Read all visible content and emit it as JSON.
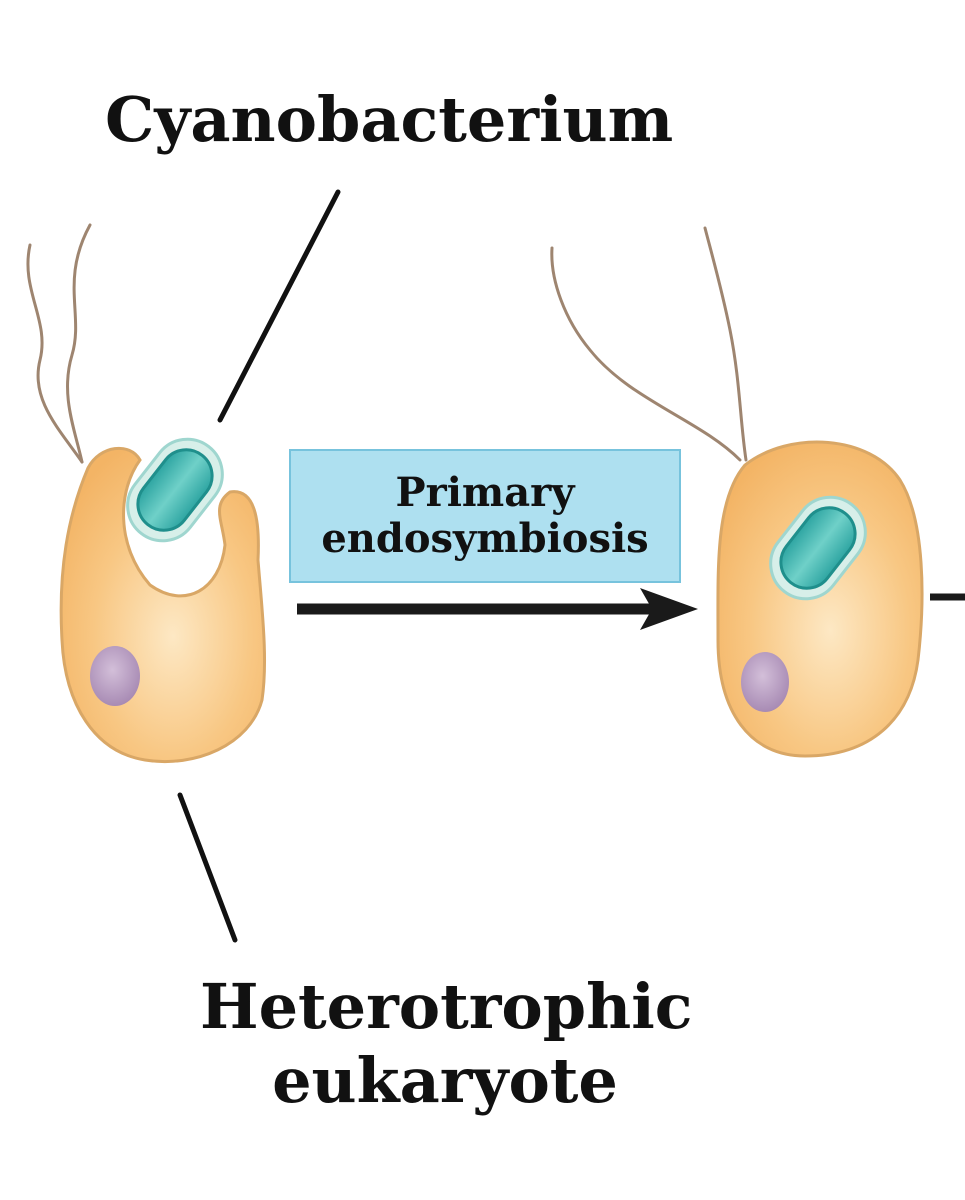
{
  "labels": {
    "cyanobacterium": "Cyanobacterium",
    "heterotrophic_line1": "Heterotrophic",
    "heterotrophic_line2": "eukaryote"
  },
  "process": {
    "line1": "Primary",
    "line2": "endosymbiosis"
  },
  "colors": {
    "cell_fill": "#f8c27a",
    "cell_outline": "#d9a766",
    "nucleus": "#b99ac2",
    "cyanobacterium_fill": "#3fb2ae",
    "cyanobacterium_outline": "#1f8f8c",
    "membrane_halo": "#d7efe9",
    "process_box": "#aee0f0",
    "arrow": "#1a1a1a",
    "flagella": "#9e8570"
  }
}
